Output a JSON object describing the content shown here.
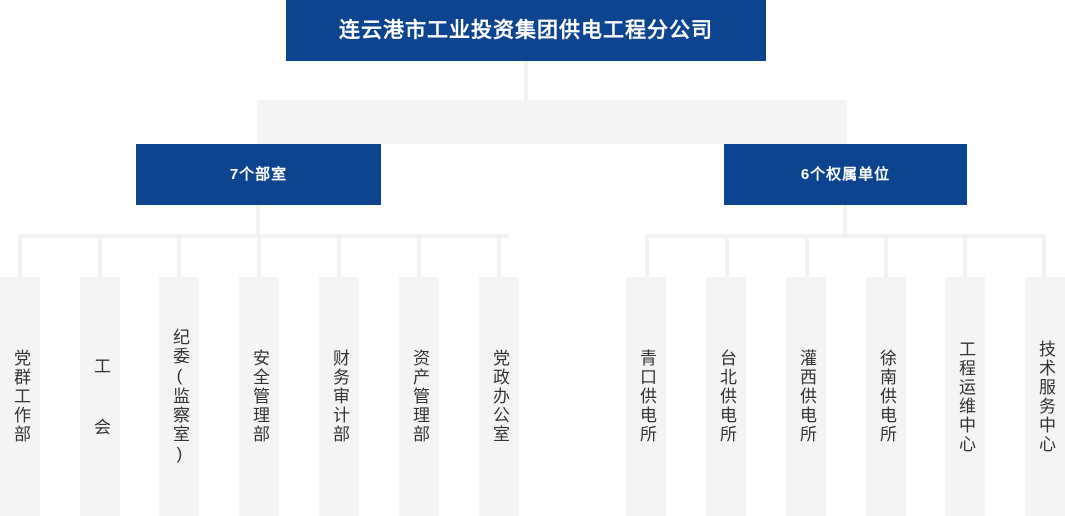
{
  "chart_type": "organization-chart",
  "colors": {
    "brand_blue": "#0d4490",
    "connector_gray": "#f2f2f2",
    "leaf_gray": "#f4f4f4",
    "leaf_text": "#333333",
    "box_text": "#ffffff"
  },
  "root": {
    "label": "连云港市工业投资集团供电工程分公司"
  },
  "branches": [
    {
      "id": "departments",
      "label": "7个部室",
      "children": [
        {
          "label": "党群工作部"
        },
        {
          "label": "工  会"
        },
        {
          "label": "纪委(监察室)"
        },
        {
          "label": "安全管理部"
        },
        {
          "label": "财务审计部"
        },
        {
          "label": "资产管理部"
        },
        {
          "label": "党政办公室"
        }
      ]
    },
    {
      "id": "affiliated-units",
      "label": "6个权属单位",
      "children": [
        {
          "label": "青口供电所"
        },
        {
          "label": "台北供电所"
        },
        {
          "label": "灌西供电所"
        },
        {
          "label": "徐南供电所"
        },
        {
          "label": "工程运维中心"
        },
        {
          "label": "技术服务中心"
        }
      ]
    }
  ],
  "layout": {
    "left_leaf_x": [
      0,
      80,
      159,
      239,
      319,
      399,
      479
    ],
    "right_leaf_x": [
      626,
      706,
      786,
      866,
      945,
      1025
    ],
    "left_drop_x": [
      18,
      98,
      177,
      257,
      337,
      417,
      497
    ],
    "right_drop_x": [
      645,
      725,
      805,
      884,
      963,
      1042
    ]
  }
}
